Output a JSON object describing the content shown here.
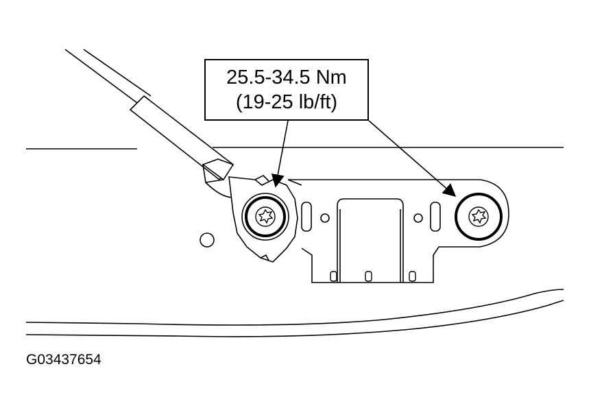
{
  "callout": {
    "torque_nm": "25.5-34.5 Nm",
    "torque_lbft": "(19-25 lb/ft)"
  },
  "figure_id": "G03437654",
  "colors": {
    "line": "#000000",
    "background": "#ffffff"
  },
  "icons": [
    "torx-bolt-icon",
    "leader-arrow"
  ]
}
